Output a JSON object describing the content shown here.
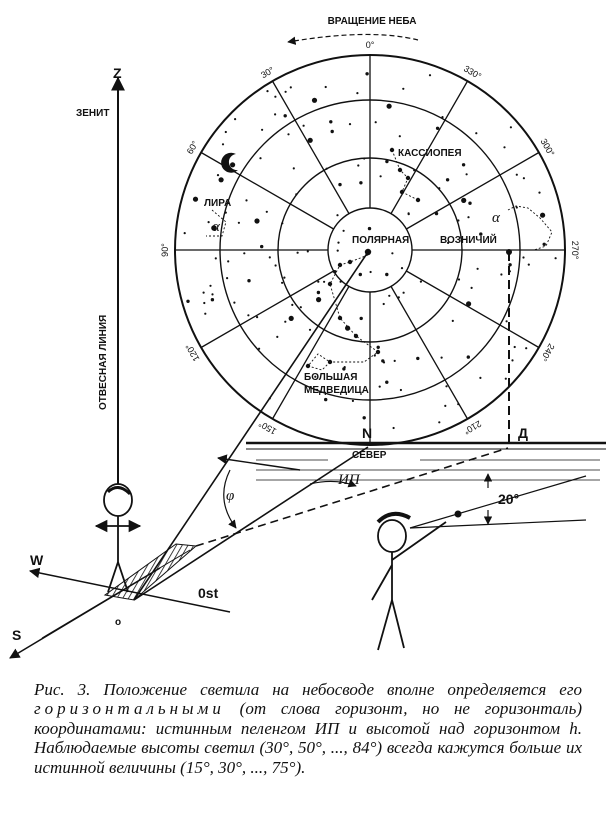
{
  "labels": {
    "sky_rotation": "ВРАЩЕНИЕ НЕБА",
    "zenith_letter": "Z",
    "zenith": "ЗЕНИТ",
    "plumb_line": "ОТВЕСНАЯ ЛИНИЯ",
    "polaris": "ПОЛЯРНАЯ",
    "cassiopeia": "КАССИОПЕЯ",
    "lyra": "ЛИРА",
    "auriga": "ВОЗНИЧИЙ",
    "big_dipper_1": "БОЛЬШАЯ",
    "big_dipper_2": "МЕДВЕДИЦА",
    "north_letter": "N",
    "north": "СЕВЕР",
    "d_letter": "Д",
    "ip": "ИП",
    "phi": "φ",
    "alpha_left": "α",
    "alpha_right": "α",
    "alt_20": "20°",
    "w": "W",
    "s": "S",
    "o": "o",
    "ost": "0st"
  },
  "degree_marks": [
    "0°",
    "330°",
    "300°",
    "270°",
    "240°",
    "210°",
    "150°",
    "120°",
    "90°",
    "60°",
    "30°"
  ],
  "caption": {
    "part1": "Рис. 3. Положение светила на небосводе вполне определяется его ",
    "spaced": "горизонтальными",
    "part2": " (от слова горизонт, но не горизонталь) координатами: истинным пеленгом ИП и высотой над горизонтом ",
    "h": "h",
    "part3": ". Наблюдаемые высоты светил (30°, 50°, ..., 84°) всегда кажутся больше их истинной величины (15°, 30°, ..., 75°)."
  }
}
